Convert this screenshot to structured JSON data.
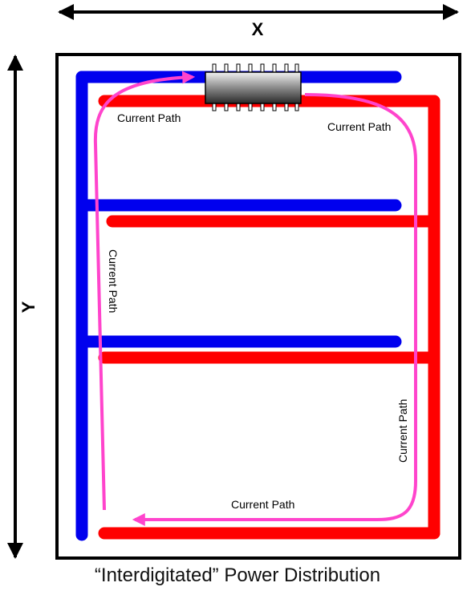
{
  "axes": {
    "x_label": "X",
    "y_label": "Y"
  },
  "labels": {
    "path_top_left": "Current Path",
    "path_top_right": "Current Path",
    "path_left": "Current Path",
    "path_right": "Current Path",
    "path_bottom": "Current Path"
  },
  "caption": "“Interdigitated” Power Distribution",
  "colors": {
    "ground_trace": "#0000ee",
    "power_trace": "#ff0000",
    "current_path": "#ff44cc",
    "board_border": "#000000",
    "chip_body": "#606060"
  }
}
